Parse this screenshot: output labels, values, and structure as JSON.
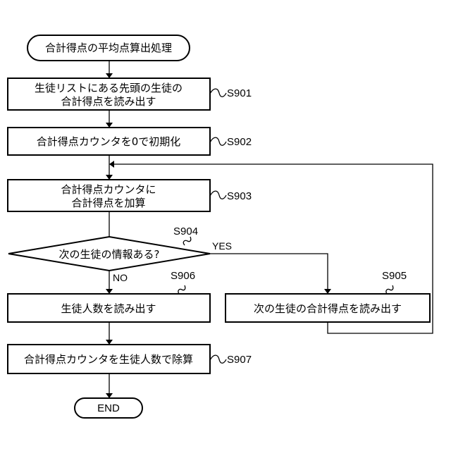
{
  "flowchart": {
    "start": {
      "label": "合計得点の平均点算出処理"
    },
    "steps": {
      "s901": {
        "line1": "生徒リストにある先頭の生徒の",
        "line2": "合計得点を読み出す",
        "step_id": "S901"
      },
      "s902": {
        "label": "合計得点カウンタを0で初期化",
        "step_id": "S902"
      },
      "s903": {
        "line1": "合計得点カウンタに",
        "line2": "合計得点を加算",
        "step_id": "S903"
      },
      "s904": {
        "label": "次の生徒の情報ある?",
        "step_id": "S904",
        "yes_label": "YES",
        "no_label": "NO"
      },
      "s905": {
        "label": "次の生徒の合計得点を読み出す",
        "step_id": "S905"
      },
      "s906": {
        "label": "生徒人数を読み出す",
        "step_id": "S906"
      },
      "s907": {
        "label": "合計得点カウンタを生徒人数で除算",
        "step_id": "S907"
      }
    },
    "end": {
      "label": "END"
    }
  }
}
